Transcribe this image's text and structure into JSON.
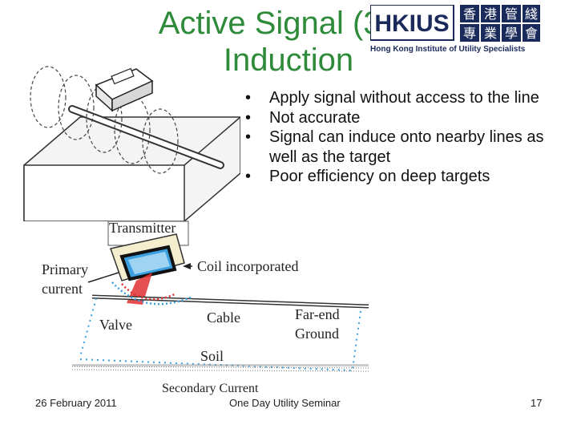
{
  "slide": {
    "title_line1": "Active Signal (3) –",
    "title_line2": "Induction",
    "logo": {
      "chars": [
        "香",
        "港",
        "管",
        "綫",
        "專",
        "業",
        "學",
        "會"
      ],
      "letters": "HKIUS",
      "name": "Hong Kong Institute of Utility Specialists"
    },
    "bullets": [
      "Apply signal without access to the line",
      "Not accurate",
      "Signal can induce onto nearby lines as well as the target",
      "Poor efficiency on deep targets"
    ],
    "diagram_labels": {
      "transmitter": "Transmitter",
      "primary": "Primary",
      "current": "current",
      "coil": "Coil incorporated",
      "valve": "Valve",
      "cable": "Cable",
      "farend": "Far-end",
      "ground": "Ground",
      "soil": "Soil",
      "secondary": "Secondary Current"
    },
    "footer": {
      "date": "26 February 2011",
      "event": "One Day Utility Seminar",
      "page": "17"
    }
  },
  "colors": {
    "title": "#2e8b3a",
    "logo_navy": "#1a2a5a",
    "coil_blue": "#3aa0e0",
    "signal_red": "#e03030"
  }
}
